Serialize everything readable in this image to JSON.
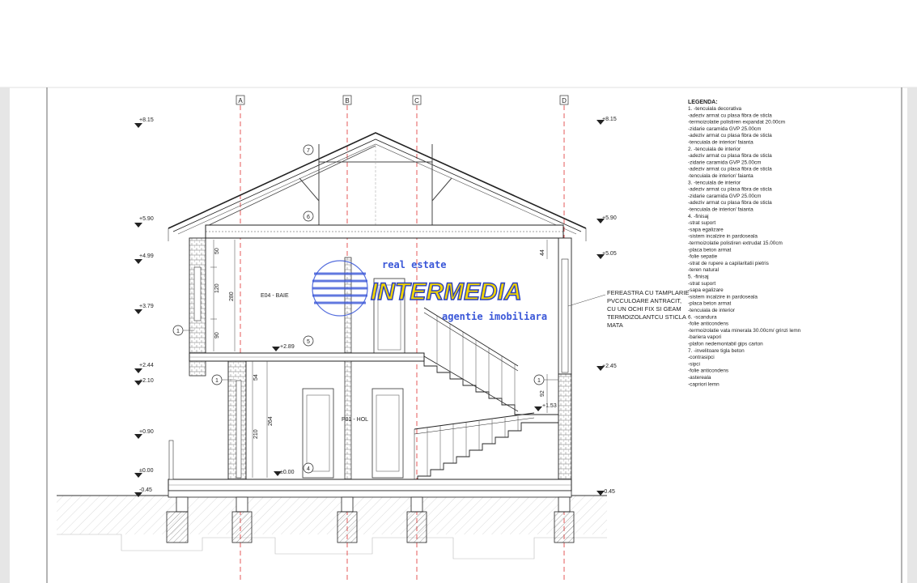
{
  "axes": [
    "A",
    "B",
    "C",
    "D"
  ],
  "levels_left": [
    "+8.15",
    "+5.90",
    "+4.99",
    "+3.79",
    "+2.44",
    "+2.10",
    "+0.90",
    "±0.00",
    "-0.45"
  ],
  "levels_right": [
    "+8.15",
    "+5.90",
    "+5.05",
    "+2.45",
    "-0.45"
  ],
  "levels_inner": [
    "+2.89",
    "+1.53",
    "±0.00"
  ],
  "dimensions": [
    "50",
    "120",
    "280",
    "90",
    "54",
    "210",
    "264",
    "44",
    "92"
  ],
  "rooms": [
    "E04 - BAIE",
    "P01 - HOL"
  ],
  "callouts": [
    "7",
    "6",
    "5",
    "4",
    "1",
    "1",
    "1"
  ],
  "window_note": [
    "FEREASTRA CU TAMPLARIE",
    "PVCCULOARE ANTRACIT,",
    "CU UN OCHI FIX SI GEAM",
    "TERMOIZOLANTCU STICLA",
    "MATA"
  ],
  "watermark": {
    "top": "real estate",
    "brand": "INTERMEDIA",
    "bottom": "agentie imobiliara"
  },
  "legend": {
    "title": "LEGENDA:",
    "lines": [
      "1.  -tencuiala decorativa",
      "      -adeziv armat cu plasa fibra de sticla",
      "      -termoizolatie polistiren expandat 20.00cm",
      "      -zidarie caramida GVP 25.00cm",
      "      -adeziv armat cu plasa fibra de sticla",
      "      -tencuiala de interior/ faianta",
      "2.  -tencuiala de interior",
      "      -adeziv armat cu plasa fibra de sticla",
      "      -zidarie caramida GVP 25.00cm",
      "      -adeziv armat cu plasa fibra de sticla",
      "      -tencuiala de interior/ faianta",
      "3.  -tencuiala de interior",
      "      -adeziv armat cu plasa fibra de sticla",
      "      -zidarie caramida GVP 25.00cm",
      "      -adeziv armat cu plasa fibra de sticla",
      "      -tencuiala de interior/ faianta",
      "4.  -finisaj",
      "      -strat suport",
      "      -sapa egalizare",
      "      -sistem incalzire in pardoseala",
      "      -termoizolatie polistiren extrudat 15.00cm",
      "      -placa beton armat",
      "      -folie sepatie",
      "      -strat de rupere a capilaritatii pietris",
      "      -teren natural",
      "5.  -finisaj",
      "      -strat suport",
      "      -sapa egalizare",
      "      -sistem incalzire in pardoseala",
      "      -placa beton armat",
      "      -tencuiala de interior",
      "6.  -scandura",
      "      -folie anticondens",
      "      -termoizolatie vata minerala 30.00cm/ grinzi lemn",
      "      -bariera vapori",
      "      -plafon nedemontabil gips carton",
      "7.  -invelitoare tigla beton",
      "      -contrasipci",
      "      -sipci",
      "      -folie anticondens",
      "      -astereala",
      "      -capriori lemn"
    ]
  }
}
